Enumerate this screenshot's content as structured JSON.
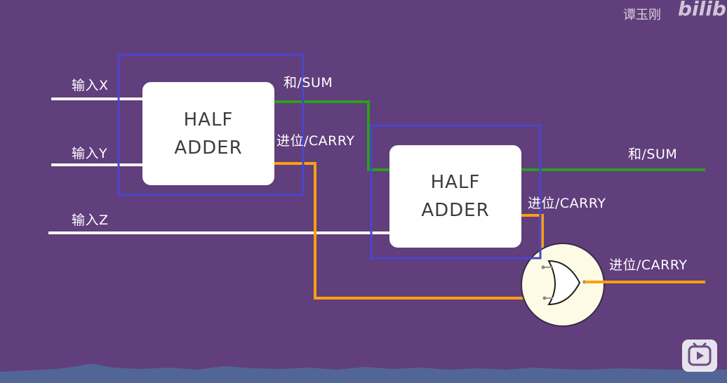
{
  "inputs": {
    "x": "输入X",
    "y": "输入Y",
    "z": "输入Z"
  },
  "adder1": {
    "line1": "HALF",
    "line2": "ADDER",
    "sum": "和/SUM",
    "carry": "进位/CARRY"
  },
  "adder2": {
    "line1": "HALF",
    "line2": "ADDER",
    "sum": "和/SUM",
    "carry": "进位/CARRY"
  },
  "or_gate": {
    "carry_out": "进位/CARRY"
  },
  "watermark": {
    "author": "谭玉刚",
    "logo": "bilibili"
  },
  "colors": {
    "background": "#613e7c",
    "wire_input": "#ffffff",
    "wire_sum": "#2e9d1e",
    "wire_carry": "#ff9f0f",
    "box_outline": "#4a46c9",
    "gate_bg": "#fdfbe5"
  },
  "icons": {
    "player": "play-icon",
    "gate": "or-gate-icon"
  }
}
